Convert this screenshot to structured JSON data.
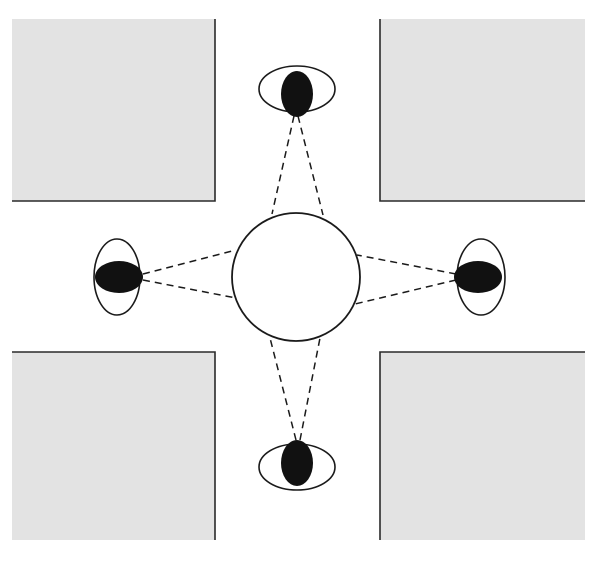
{
  "diagram": {
    "description_free": true,
    "colors": {
      "block_fill": "#e3e3e3",
      "line": "#1a1a1a",
      "pupil": "#111111",
      "background": "#ffffff"
    },
    "blocks": [
      "top-left",
      "top-right",
      "bottom-left",
      "bottom-right"
    ],
    "eyes": [
      "top",
      "left",
      "right",
      "bottom"
    ],
    "center_object": "circle",
    "sight_lines": "dashed"
  }
}
